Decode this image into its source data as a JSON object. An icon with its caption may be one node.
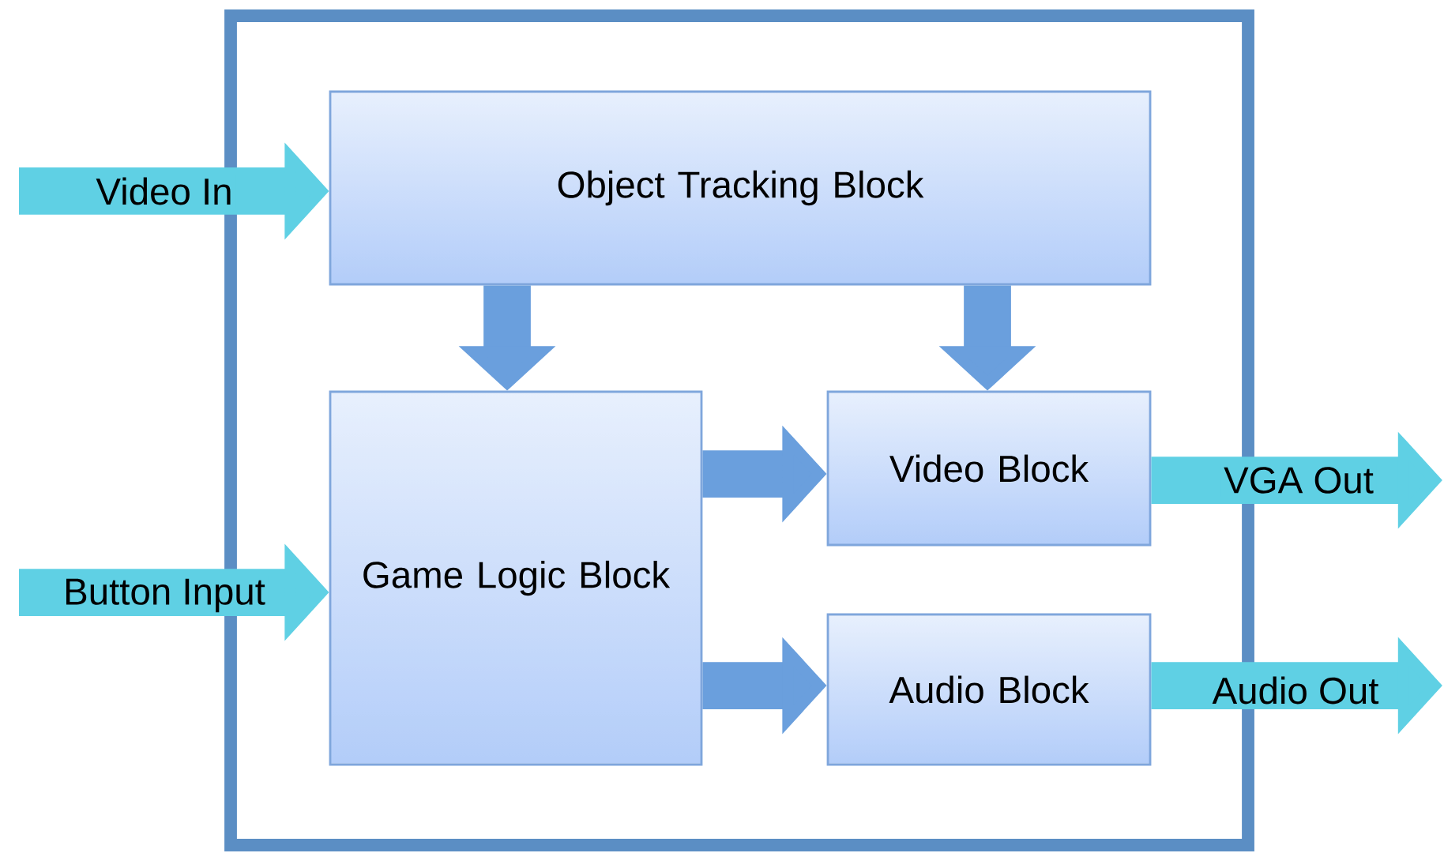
{
  "diagram": {
    "nodes": [
      {
        "text": [],
        "shape": "box"
      },
      {
        "text": [
          "Object Tracking Block"
        ],
        "in": 0
      },
      {
        "text": [
          "Game Logic Block"
        ],
        "in": 0
      },
      {
        "text": [
          "Video Block"
        ],
        "in": 0
      },
      {
        "text": [
          "Audio Block"
        ],
        "in": 0
      }
    ],
    "edges": [
      {
        "from": null,
        "to": 1,
        "arrow": "to",
        "label": "Video In",
        "color": "#5fd0e4"
      },
      {
        "from": 1,
        "to": 2,
        "arrow": "to"
      },
      {
        "from": 1,
        "to": 3,
        "arrow": "to"
      },
      {
        "from": null,
        "to": 2,
        "arrow": "to",
        "label": "Button Input",
        "color": "#5fd0e4"
      },
      {
        "from": 2,
        "to": 3,
        "arrow": "to"
      },
      {
        "from": 2,
        "to": 4,
        "arrow": "to"
      },
      {
        "from": 3,
        "to": null,
        "arrow": "to",
        "label": "VGA Out",
        "color": "#5fd0e4"
      },
      {
        "from": 4,
        "to": null,
        "arrow": "to",
        "label": "Audio Out",
        "color": "#5fd0e4"
      }
    ]
  }
}
